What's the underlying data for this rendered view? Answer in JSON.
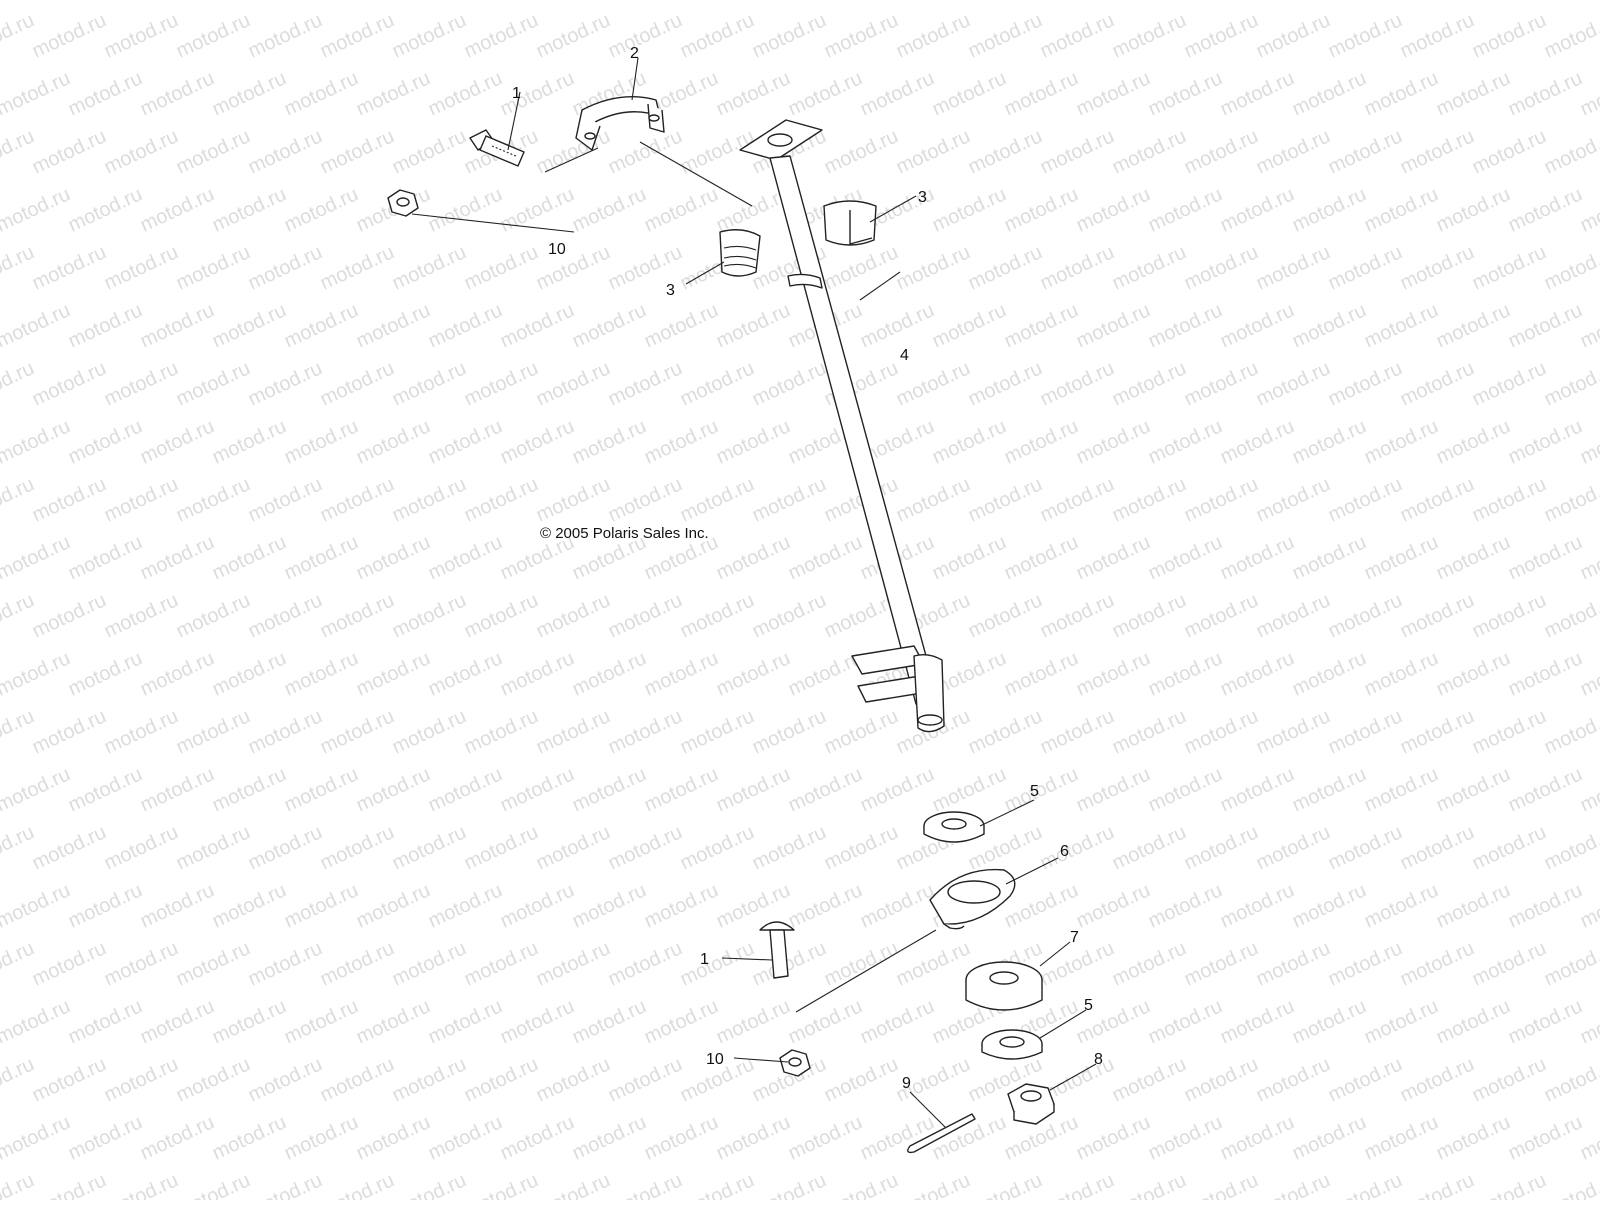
{
  "watermark": "motod.ru",
  "copyright": "© 2005 Polaris Sales Inc.",
  "callouts": [
    "1",
    "2",
    "3",
    "3",
    "4",
    "5",
    "6",
    "7",
    "5",
    "8",
    "9",
    "1",
    "10",
    "10"
  ],
  "colors": {
    "line": "#222222",
    "watermark": "#dcdcdc",
    "background": "#ffffff"
  }
}
